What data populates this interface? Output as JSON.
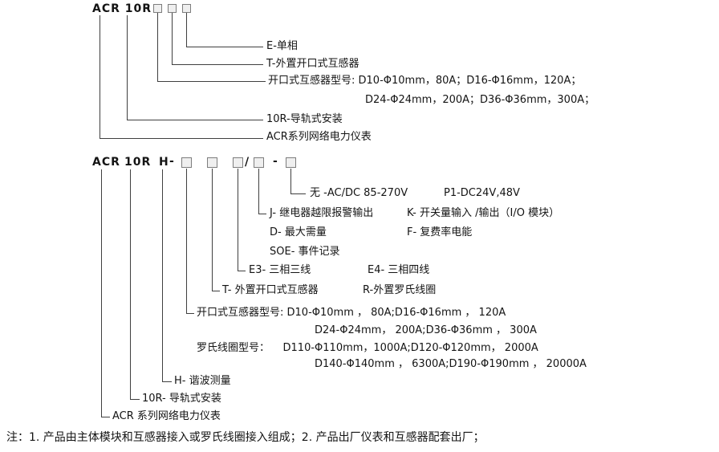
{
  "diagram1": {
    "model_code": "ACR 10R",
    "dash": "-",
    "labels": {
      "phase": "E-单相",
      "ct_type": "T-外置开口式互感器",
      "ct_models_line1": "开口式互感器型号: D10-Φ10mm，80A；D16-Φ16mm，120A；",
      "ct_models_line2": "D24-Φ24mm，200A；D36-Φ36mm，300A；",
      "mount": "10R-导轨式安装",
      "series": "ACR系列网络电力仪表"
    }
  },
  "diagram2": {
    "model_parts": {
      "acr": "ACR",
      "r10": "10R",
      "h": "H",
      "dash1": "-",
      "slash": "/",
      "dash2": "-"
    },
    "labels": {
      "power_default": "无 -AC/DC 85-270V",
      "power_p1": "P1-DC24V,48V",
      "opt_j": "J- 继电器越限报警输出",
      "opt_k": "K- 开关量输入 /输出（I/O 模块）",
      "opt_d": "D- 最大需量",
      "opt_f": "F- 复费率电能",
      "opt_soe": "SOE- 事件记录",
      "wiring_e3": "E3- 三相三线",
      "wiring_e4": "E4- 三相四线",
      "sensor_t": "T- 外置开口式互感器",
      "sensor_r": "R-外置罗氏线圈",
      "ct_models_line1": "开口式互感器型号: D10-Φ10mm ， 80A;D16-Φ16mm ， 120A",
      "ct_models_line2": "D24-Φ24mm， 200A;D36-Φ36mm ， 300A",
      "rogowski_line1": "罗氏线圈型号：    D110-Φ110mm，1000A;D120-Φ120mm， 2000A",
      "rogowski_line2": "D140-Φ140mm ， 6300A;D190-Φ190mm ， 20000A",
      "harmonic": "H- 谐波测量",
      "mount": "10R- 导轨式安装",
      "series": "ACR 系列网络电力仪表"
    }
  },
  "footer_note": "注：1. 产品由主体模块和互感器接入或罗氏线圈接入组成；2. 产品出厂仪表和互感器配套出厂；"
}
